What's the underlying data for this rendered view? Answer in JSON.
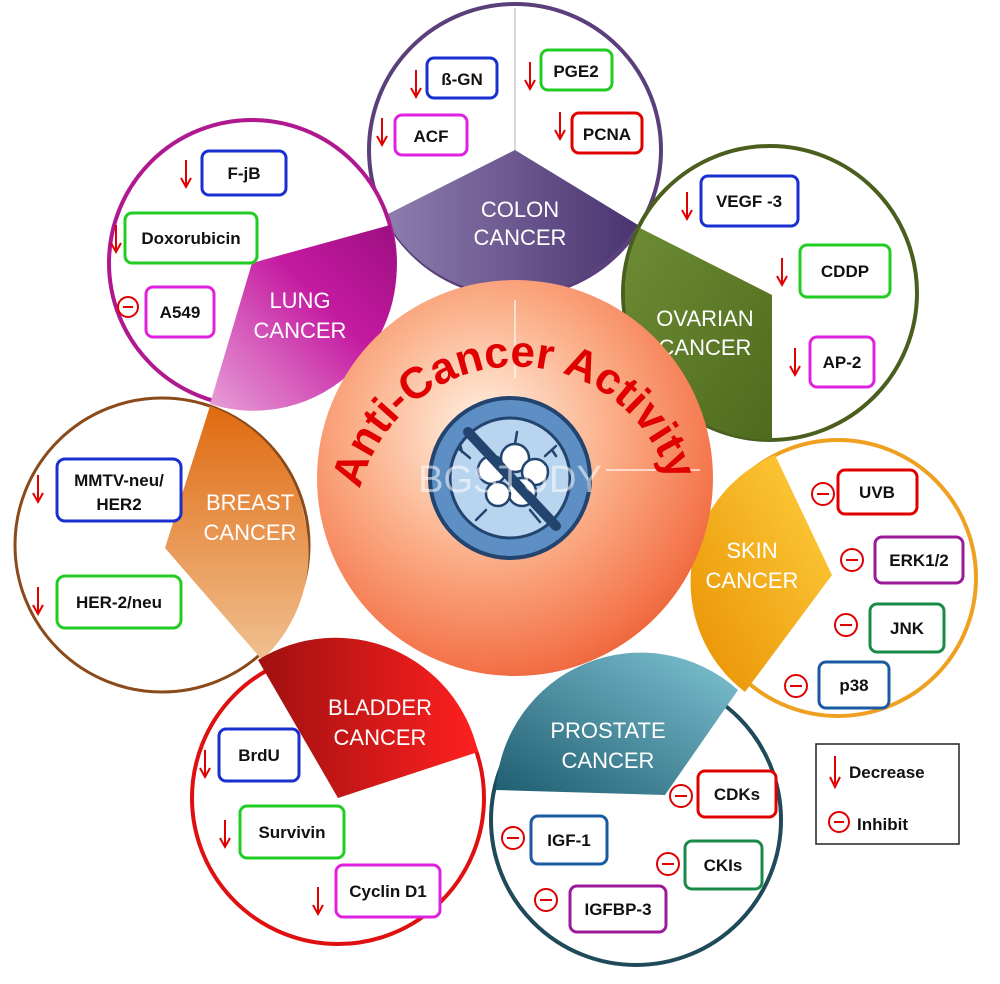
{
  "center": {
    "title": "Anti-Cancer Activity",
    "watermark": "BGSTUDY",
    "icon": "no-cancer-cell-icon"
  },
  "colors": {
    "red": "#e00000",
    "blue": "#1a2fcf",
    "green": "#22cc22",
    "magenta": "#e022e0",
    "teal": "#1a7a6a",
    "purple": "#9a1a9a"
  },
  "petals": [
    {
      "id": "colon",
      "title_line1": "COLON",
      "title_line2": "CANCER",
      "ring_color": "#5a3f7a",
      "sector_color": "#5b4583",
      "markers": [
        {
          "label": "ß-GN",
          "symbol": "decrease",
          "box_color": "#1a2fcf"
        },
        {
          "label": "PGE2",
          "symbol": "decrease",
          "box_color": "#22cc22"
        },
        {
          "label": "ACF",
          "symbol": "decrease",
          "box_color": "#e022e0"
        },
        {
          "label": "PCNA",
          "symbol": "decrease",
          "box_color": "#e00000"
        }
      ]
    },
    {
      "id": "lung",
      "title_line1": "LUNG",
      "title_line2": "CANCER",
      "ring_color": "#b0188f",
      "sector_color": "#c41aa0",
      "markers": [
        {
          "label": "F-jB",
          "symbol": "decrease",
          "box_color": "#1a2fcf"
        },
        {
          "label": "Doxorubicin",
          "symbol": "decrease",
          "box_color": "#22cc22"
        },
        {
          "label": "A549",
          "symbol": "inhibit",
          "box_color": "#e022e0"
        }
      ]
    },
    {
      "id": "ovarian",
      "title_line1": "OVARIAN",
      "title_line2": "CANCER",
      "ring_color": "#4a5e1e",
      "sector_color": "#5d7a28",
      "markers": [
        {
          "label": "VEGF -3",
          "symbol": "decrease",
          "box_color": "#1a2fcf"
        },
        {
          "label": "CDDP",
          "symbol": "decrease",
          "box_color": "#22cc22"
        },
        {
          "label": "AP-2",
          "symbol": "decrease",
          "box_color": "#e022e0"
        }
      ]
    },
    {
      "id": "breast",
      "title_line1": "BREAST",
      "title_line2": "CANCER",
      "ring_color": "#8a4a1a",
      "sector_color": "#d56a10",
      "markers": [
        {
          "label": "MMTV-neu/",
          "label2": "HER2",
          "symbol": "decrease",
          "box_color": "#1a2fcf"
        },
        {
          "label": "HER-2/neu",
          "symbol": "decrease",
          "box_color": "#22cc22"
        }
      ]
    },
    {
      "id": "skin",
      "title_line1": "SKIN",
      "title_line2": "CANCER",
      "ring_color": "#f0a020",
      "sector_color": "#f2b000",
      "markers": [
        {
          "label": "UVB",
          "symbol": "inhibit",
          "box_color": "#e00000"
        },
        {
          "label": "ERK1/2",
          "symbol": "inhibit",
          "box_color": "#9a1a9a"
        },
        {
          "label": "JNK",
          "symbol": "inhibit",
          "box_color": "#1a8a4a"
        },
        {
          "label": "p38",
          "symbol": "inhibit",
          "box_color": "#1a5aa0"
        }
      ]
    },
    {
      "id": "bladder",
      "title_line1": "BLADDER",
      "title_line2": "CANCER",
      "ring_color": "#e01010",
      "sector_color": "#d41010",
      "markers": [
        {
          "label": "BrdU",
          "symbol": "decrease",
          "box_color": "#1a2fcf"
        },
        {
          "label": "Survivin",
          "symbol": "decrease",
          "box_color": "#22cc22"
        },
        {
          "label": "Cyclin D1",
          "symbol": "decrease",
          "box_color": "#e022e0"
        }
      ]
    },
    {
      "id": "prostate",
      "title_line1": "PROSTATE",
      "title_line2": "CANCER",
      "ring_color": "#1f4a5a",
      "sector_color": "#2a7f94",
      "markers": [
        {
          "label": "CDKs",
          "symbol": "inhibit",
          "box_color": "#e00000"
        },
        {
          "label": "IGF-1",
          "symbol": "inhibit",
          "box_color": "#1a5aa0"
        },
        {
          "label": "CKIs",
          "symbol": "inhibit",
          "box_color": "#1a8a4a"
        },
        {
          "label": "IGFBP-3",
          "symbol": "inhibit",
          "box_color": "#9a1a9a"
        }
      ]
    }
  ],
  "legend": {
    "items": [
      {
        "label": "Decrease",
        "symbol": "decrease"
      },
      {
        "label": "Inhibit",
        "symbol": "inhibit"
      }
    ]
  }
}
